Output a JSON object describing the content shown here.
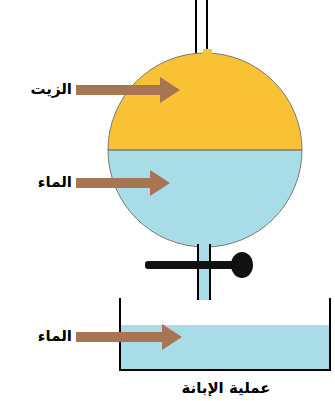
{
  "diagram": {
    "caption": "عملية الإبانة",
    "labels": [
      "الزيت",
      "الماء",
      "الماء"
    ]
  }
}
